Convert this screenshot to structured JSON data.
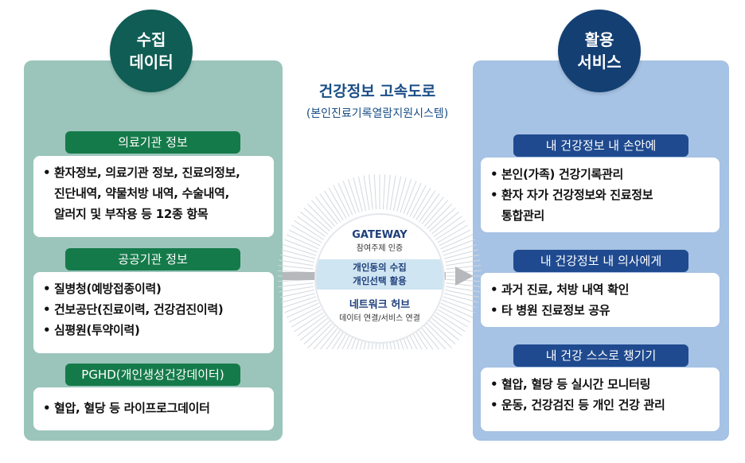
{
  "left": {
    "circle_line1": "수집",
    "circle_line2": "데이터",
    "sections": [
      {
        "label": "의료기관 정보",
        "items": [
          "환자정보, 의료기관 정보, 진료의정보,",
          "진단내역, 약물처방 내역, 수술내역,",
          "알러지 및 부작용 등 12종 항목"
        ]
      },
      {
        "label": "공공기관 정보",
        "items": [
          "질병청(예방접종이력)",
          "건보공단(진료이력, 건강검진이력)",
          "심평원(투약이력)"
        ]
      },
      {
        "label": "PGHD(개인생성건강데이터)",
        "items": [
          "혈압, 혈당 등 라이프로그데이터"
        ]
      }
    ]
  },
  "center": {
    "title": "건강정보 고속도로",
    "subtitle": "(본인진료기록열람지원시스템)",
    "gateway": "GATEWAY",
    "gateway_sub": "참여주제 인증",
    "band_line1": "개인동의 수집",
    "band_line2": "개인선택 활용",
    "hub": "네트워크 허브",
    "hub_sub": "데이터 연결/서비스 연결"
  },
  "right": {
    "circle_line1": "활용",
    "circle_line2": "서비스",
    "sections": [
      {
        "label": "내 건강정보 내 손안에",
        "items": [
          "본인(가족) 건강기록관리",
          "환자 자가 건강정보와 진료정보",
          "통합관리"
        ]
      },
      {
        "label": "내 건강정보 내 의사에게",
        "items": [
          "과거 진료, 처방 내역 확인",
          "타 병원 진료정보 공유"
        ]
      },
      {
        "label": "내 건강 스스로 챙기기",
        "items": [
          "혈압, 혈당 등 실시간 모니터링",
          "운동, 건강검진 등 개인 건강 관리"
        ]
      }
    ]
  },
  "colors": {
    "left_panel": "#9bc5bb",
    "right_panel": "#a6c2e4",
    "left_circle": "#0f5d55",
    "right_circle": "#143f73",
    "green_tag": "#157a4a",
    "navy_tag": "#1f4a8f",
    "accent_text": "#1a4e86"
  }
}
